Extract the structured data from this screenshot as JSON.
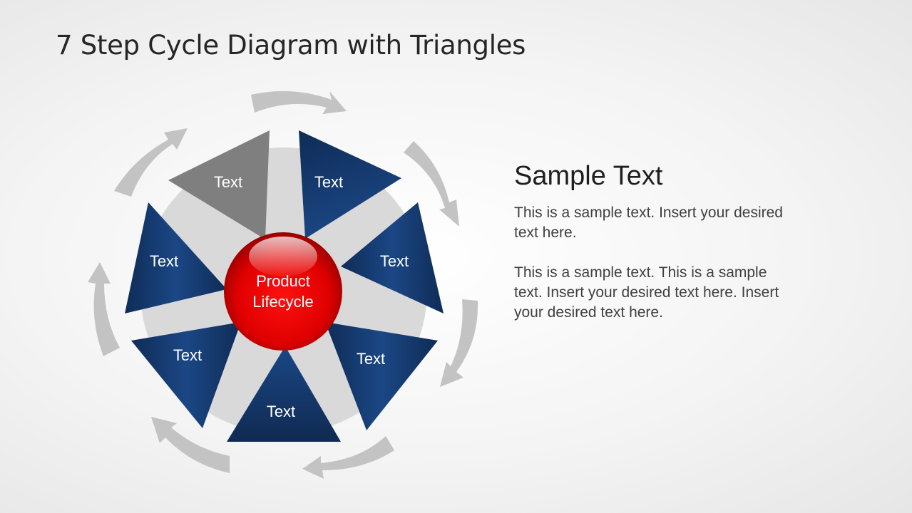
{
  "slide": {
    "title": "7 Step Cycle Diagram with Triangles"
  },
  "diagram": {
    "center_label_line1": "Product",
    "center_label_line2": "Lifecycle",
    "steps": [
      {
        "label": "Text",
        "position": "top-left",
        "color": "#7f7f7f"
      },
      {
        "label": "Text",
        "position": "top-right",
        "color": "#1a3f73"
      },
      {
        "label": "Text",
        "position": "right",
        "color": "#1a3f73"
      },
      {
        "label": "Text",
        "position": "lower-right",
        "color": "#1a3f73"
      },
      {
        "label": "Text",
        "position": "bottom",
        "color": "#1a3f73"
      },
      {
        "label": "Text",
        "position": "lower-left",
        "color": "#1a3f73"
      },
      {
        "label": "Text",
        "position": "left",
        "color": "#1a3f73"
      }
    ],
    "colors": {
      "accent_blue": "#1a3f73",
      "highlight_gray": "#7f7f7f",
      "center_red": "#e00000",
      "ring_gray": "#d9d9d9",
      "arrow_gray": "#c3c3c3"
    },
    "arrow_count": 7,
    "arrow_direction": "clockwise"
  },
  "side_panel": {
    "heading": "Sample Text",
    "paragraph1": "This is a sample text. Insert your desired\ntext here.",
    "paragraph2": "This is a sample text. This is a sample\ntext.  Insert your desired text here. Insert\nyour desired text here."
  }
}
